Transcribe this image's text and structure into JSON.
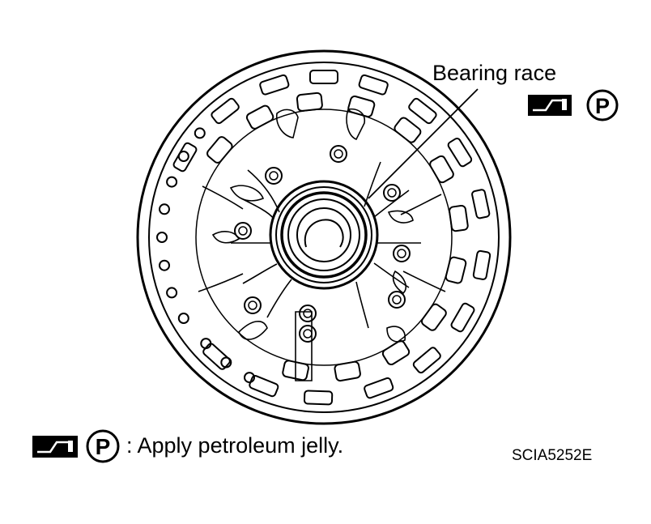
{
  "callout": {
    "label": "Bearing race"
  },
  "legend": {
    "symbol_letter": "P",
    "text": ": Apply petroleum jelly."
  },
  "figure_id": "SCIA5252E",
  "icons": [
    "grease-gun-icon",
    "petroleum-jelly-p-icon"
  ],
  "colors": {
    "ink": "#000000",
    "background": "#ffffff"
  }
}
